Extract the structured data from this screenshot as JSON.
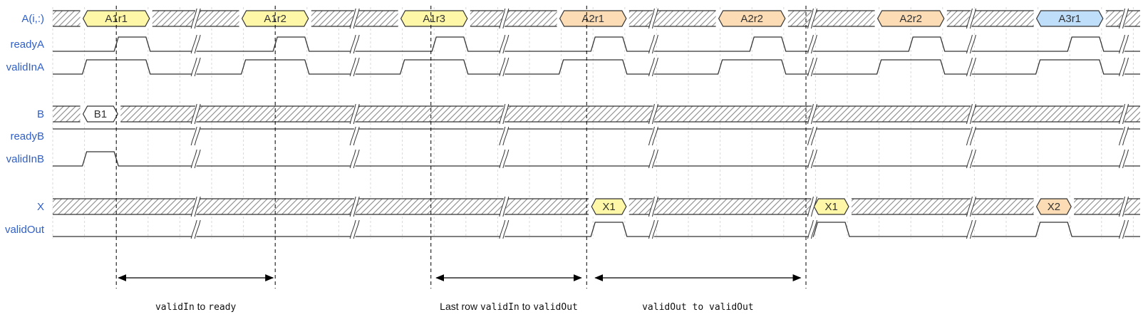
{
  "colors": {
    "label": "#2f5fc8",
    "yellow": "#fff7a8",
    "orange": "#fcdcb4",
    "blue": "#bfdefa",
    "white": "#ffffff",
    "hatch": "#888888",
    "line": "#333333"
  },
  "timeline": {
    "start": 0,
    "end": 34
  },
  "breaks": [
    4.5,
    9.5,
    14.2,
    18.9,
    23.9,
    28.9,
    33.7
  ],
  "markers": [
    2.0,
    7.0,
    11.9,
    16.8,
    23.7
  ],
  "signals": [
    {
      "name": "A(i,:)",
      "type": "bus",
      "segments": [
        {
          "t0": 1,
          "t1": 3,
          "label": "A1r1",
          "color": "yellow"
        },
        {
          "t0": 6,
          "t1": 8,
          "label": "A1r2",
          "color": "yellow"
        },
        {
          "t0": 11,
          "t1": 13,
          "label": "A1r3",
          "color": "yellow"
        },
        {
          "t0": 16,
          "t1": 18,
          "label": "A2r1",
          "color": "orange"
        },
        {
          "t0": 21,
          "t1": 23,
          "label": "A2r2",
          "color": "orange"
        },
        {
          "t0": 26,
          "t1": 28,
          "label": "A2r2",
          "color": "orange"
        },
        {
          "t0": 31,
          "t1": 33,
          "label": "A3r1",
          "color": "blue"
        }
      ]
    },
    {
      "name": "readyA",
      "type": "bit",
      "high": [
        [
          2,
          3
        ],
        [
          7,
          8
        ],
        [
          12,
          13
        ],
        [
          17,
          18
        ],
        [
          22,
          23
        ],
        [
          27,
          28
        ],
        [
          32,
          33
        ]
      ]
    },
    {
      "name": "validInA",
      "type": "bit",
      "high": [
        [
          1,
          3
        ],
        [
          6,
          8
        ],
        [
          11,
          13
        ],
        [
          16,
          18
        ],
        [
          21,
          23
        ],
        [
          26,
          28
        ],
        [
          31,
          33
        ]
      ]
    },
    {
      "name": "B",
      "type": "bus",
      "gap_before": true,
      "segments": [
        {
          "t0": 1,
          "t1": 2,
          "label": "B1",
          "color": "white"
        }
      ]
    },
    {
      "name": "readyB",
      "type": "bit",
      "high": [
        [
          0,
          34
        ]
      ]
    },
    {
      "name": "validInB",
      "type": "bit",
      "high": [
        [
          1,
          2
        ]
      ]
    },
    {
      "name": "X",
      "type": "bus",
      "gap_before": true,
      "segments": [
        {
          "t0": 17,
          "t1": 18,
          "label": "X1",
          "color": "yellow"
        },
        {
          "t0": 24,
          "t1": 25,
          "label": "X1",
          "color": "yellow"
        },
        {
          "t0": 31,
          "t1": 32,
          "label": "X2",
          "color": "orange"
        }
      ]
    },
    {
      "name": "validOut",
      "type": "bit",
      "high": [
        [
          17,
          18
        ],
        [
          24,
          25
        ],
        [
          31,
          32
        ]
      ]
    }
  ],
  "annotations": [
    {
      "from": 2.0,
      "to": 7.0,
      "parts": [
        {
          "text": "validIn",
          "mono": true
        },
        {
          "text": " to ",
          "mono": false
        },
        {
          "text": "ready",
          "mono": true
        }
      ]
    },
    {
      "from": 12.0,
      "to": 16.7,
      "parts": [
        {
          "text": "Last row ",
          "mono": false
        },
        {
          "text": "validIn",
          "mono": true
        },
        {
          "text": " to ",
          "mono": false
        },
        {
          "text": "validOut",
          "mono": true
        }
      ]
    },
    {
      "from": 17.0,
      "to": 23.6,
      "parts": [
        {
          "text": "validOut to validOut",
          "mono": true
        }
      ]
    }
  ]
}
